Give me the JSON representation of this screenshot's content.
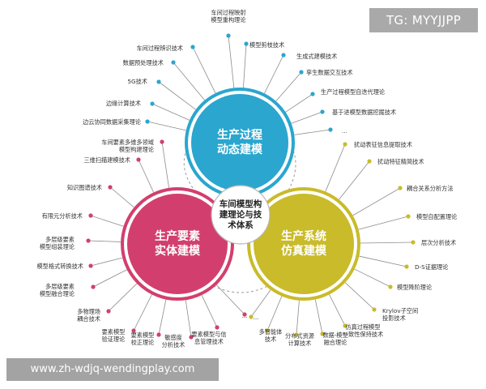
{
  "watermark": {
    "tag": "TG: MYYJJPP",
    "url": "www.zh-wdjq-wendingplay.com"
  },
  "center": {
    "lines": [
      "车间模型构",
      "建理论与技",
      "术体系"
    ]
  },
  "hubs": [
    {
      "id": "process",
      "lines": [
        "生产过程",
        "动态建模"
      ],
      "color": "#2aa6cf",
      "items": [
        {
          "lines": [
            "车间过程映射",
            "模型重构理论"
          ]
        },
        {
          "lines": [
            "模型剪枝技术"
          ]
        },
        {
          "lines": [
            "生成式建模技术"
          ]
        },
        {
          "lines": [
            "孪生数据交互技术"
          ]
        },
        {
          "lines": [
            "生产过程模型自迭代理论"
          ]
        },
        {
          "lines": [
            "基于进模型数据挖掘技术"
          ]
        },
        {
          "lines": [
            "..."
          ]
        },
        {
          "lines": [
            "车间过程辨识技术"
          ]
        },
        {
          "lines": [
            "数据预处理技术"
          ]
        },
        {
          "lines": [
            "5G技术"
          ]
        },
        {
          "lines": [
            "边缘计算技术"
          ]
        },
        {
          "lines": [
            "边云协同数据采集理论"
          ]
        }
      ]
    },
    {
      "id": "element",
      "lines": [
        "生产要素",
        "实体建模"
      ],
      "color": "#d23f6e",
      "items": [
        {
          "lines": [
            "车间要素多维多领域",
            "模型构建理论"
          ]
        },
        {
          "lines": [
            "三维扫描建模技术"
          ]
        },
        {
          "lines": [
            "知识图谱技术"
          ]
        },
        {
          "lines": [
            "有限元分析技术"
          ]
        },
        {
          "lines": [
            "多层级要素",
            "模型组装理论"
          ]
        },
        {
          "lines": [
            "模型格式转换技术"
          ]
        },
        {
          "lines": [
            "多层级要素",
            "模型融合理论"
          ]
        },
        {
          "lines": [
            "多物理场",
            "耦合技术"
          ]
        },
        {
          "lines": [
            "要素模型",
            "验证理论"
          ]
        },
        {
          "lines": [
            "要素模型",
            "校正理论"
          ]
        },
        {
          "lines": [
            "敏感度",
            "分析技术"
          ]
        },
        {
          "lines": [
            "要素模型与信",
            "息管理技术"
          ]
        },
        {
          "lines": [
            "..."
          ]
        }
      ]
    },
    {
      "id": "system",
      "lines": [
        "生产系统",
        "仿真建模"
      ],
      "color": "#c9bb2a",
      "items": [
        {
          "lines": [
            "扰动表征信息提取技术"
          ]
        },
        {
          "lines": [
            "扰动特征精简技术"
          ]
        },
        {
          "lines": [
            "耦合关系分析方法"
          ]
        },
        {
          "lines": [
            "模型自配置理论"
          ]
        },
        {
          "lines": [
            "层次分析技术"
          ]
        },
        {
          "lines": [
            "D-S证据理论"
          ]
        },
        {
          "lines": [
            "模型降阶理论"
          ]
        },
        {
          "lines": [
            "Krylov子空间",
            "投影技术"
          ]
        },
        {
          "lines": [
            "仿真过程模型",
            "一致性保持技术"
          ]
        },
        {
          "lines": [
            "数据-模型",
            "融合理论"
          ]
        },
        {
          "lines": [
            "分布式资源",
            "计算技术"
          ]
        },
        {
          "lines": [
            "多智能体",
            "技术"
          ]
        },
        {
          "lines": [
            "..."
          ]
        }
      ]
    }
  ]
}
